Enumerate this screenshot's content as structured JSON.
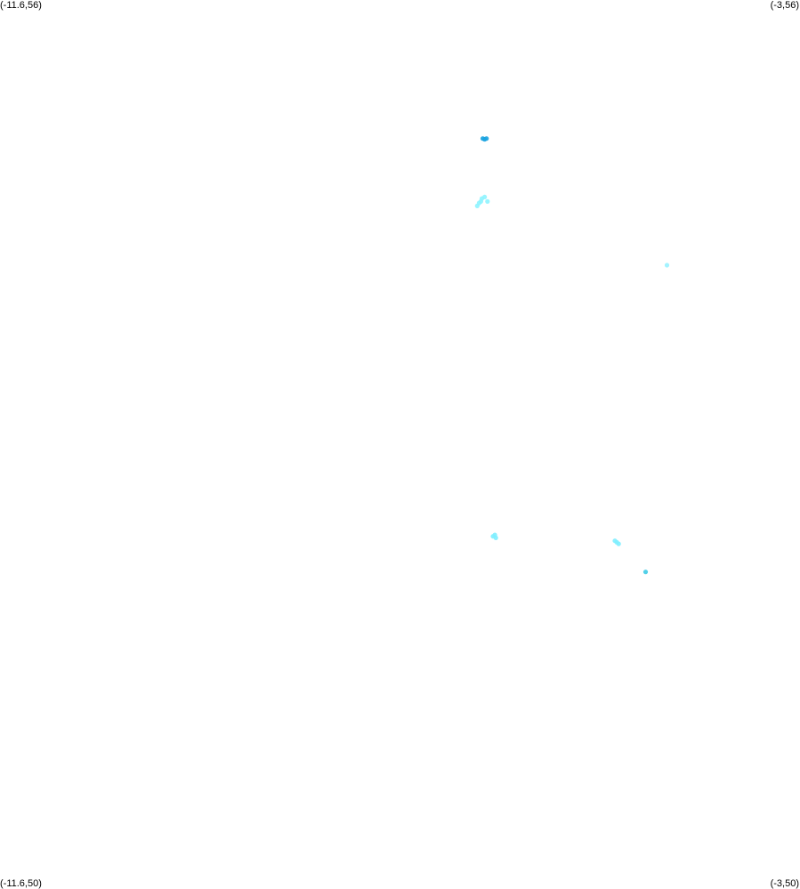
{
  "corners": {
    "top_left": "(-11.6,56)",
    "top_right": "(-3,56)",
    "bottom_left": "(-11.6,50)",
    "bottom_right": "(-3,50)"
  },
  "chart_data": {
    "type": "scatter",
    "xlim": [
      -11.6,
      -3
    ],
    "ylim": [
      50,
      56
    ],
    "grid": false,
    "clusters": [
      {
        "name": "",
        "color": "#1aa3e0",
        "points": [
          [
            -6.39,
            55.06
          ],
          [
            -6.41,
            55.065
          ],
          [
            -6.37,
            55.065
          ]
        ]
      },
      {
        "name": "",
        "color": "#8ef4ff",
        "points": [
          [
            -6.45,
            54.63
          ],
          [
            -6.42,
            54.66
          ],
          [
            -6.39,
            54.67
          ],
          [
            -6.36,
            54.64
          ],
          [
            -6.43,
            54.64
          ],
          [
            -6.47,
            54.61
          ]
        ]
      },
      {
        "name": "",
        "color": "#99f2ff",
        "points": [
          [
            -4.43,
            54.21
          ]
        ]
      },
      {
        "name": "",
        "color": "#7feeff",
        "points": [
          [
            -6.3,
            52.38
          ],
          [
            -6.28,
            52.39
          ],
          [
            -6.27,
            52.37
          ]
        ]
      },
      {
        "name": "",
        "color": "#7feeff",
        "points": [
          [
            -4.97,
            52.34
          ],
          [
            -4.95,
            52.33
          ],
          [
            -4.99,
            52.35
          ]
        ]
      },
      {
        "name": "",
        "color": "#3fcbe6",
        "points": [
          [
            -4.66,
            52.14
          ]
        ]
      }
    ]
  }
}
